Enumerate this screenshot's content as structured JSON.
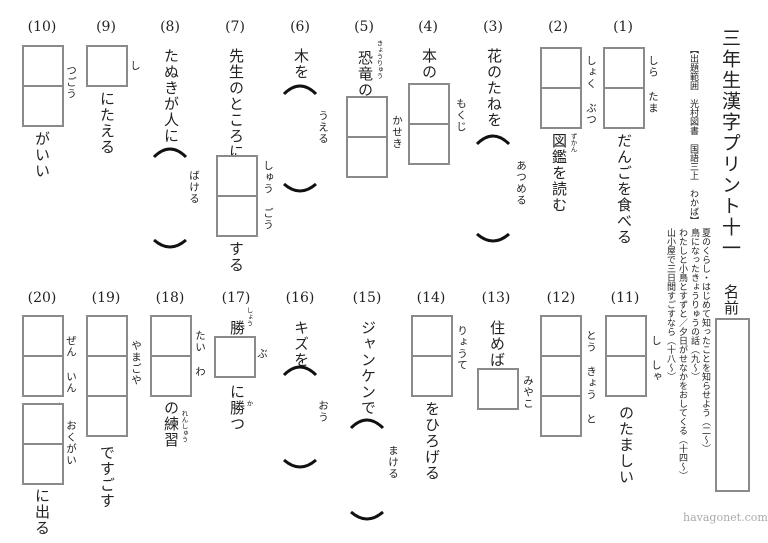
{
  "header": {
    "title": "三年生漢字プリント十一",
    "range": "【出題範囲　光村図書　国語三上　わかば】",
    "lessons": [
      "夏のくらし・はじめて知ったことを知らせよう（二〜）",
      "鳥になったきょうりゅうの話（九〜）",
      "わたしと小鳥とすずと／夕日がせなかをおしてくる（十四〜）",
      "山小屋で三日間すごすなら（十八〜）"
    ],
    "name_label": "名前"
  },
  "questions": [
    {
      "num": "(1)",
      "reading": "しら たま",
      "after": "だんごを食べる"
    },
    {
      "num": "(2)",
      "reading": "しょく ぶつ",
      "after": "図鑑を読む",
      "ruby": "ずかん"
    },
    {
      "num": "(3)",
      "before": "花のたねを",
      "reading": "あつめる"
    },
    {
      "num": "(4)",
      "before": "本の",
      "reading": "もくじ"
    },
    {
      "num": "(5)",
      "before": "恐竜の",
      "ruby": "きょうりゅう",
      "reading": "かせき"
    },
    {
      "num": "(6)",
      "before": "木を",
      "reading": "うえる"
    },
    {
      "num": "(7)",
      "before": "先生のところに",
      "reading": "しゅう ごう",
      "after": "する"
    },
    {
      "num": "(8)",
      "before": "たぬきが人に",
      "reading": "ばける"
    },
    {
      "num": "(9)",
      "reading": "し",
      "after": "にたえる"
    },
    {
      "num": "(10)",
      "reading": "つごう",
      "after": "がいい"
    },
    {
      "num": "(11)",
      "reading": "し しゃ",
      "after": "のたましい"
    },
    {
      "num": "(12)",
      "reading": "とう きょう と"
    },
    {
      "num": "(13)",
      "before": "住めば",
      "reading": "みやこ"
    },
    {
      "num": "(14)",
      "reading": "りょうて",
      "after": "をひろげる"
    },
    {
      "num": "(15)",
      "before": "ジャンケンで",
      "reading": "まける"
    },
    {
      "num": "(16)",
      "before": "キズを",
      "reading": "おう"
    },
    {
      "num": "(17)",
      "before": "勝",
      "ruby": "しょう",
      "reading": "ぶ",
      "after": "に勝つ",
      "ruby2": "か"
    },
    {
      "num": "(18)",
      "reading": "たい わ",
      "after": "の練習",
      "ruby": "れんしゅう"
    },
    {
      "num": "(19)",
      "reading": "やまごや",
      "after": "ですごす"
    },
    {
      "num": "(20)",
      "reading": "ぜん いん",
      "comma": "、",
      "reading2": "おくがい",
      "after": "に出る"
    }
  ],
  "footer": "havagonet.com"
}
